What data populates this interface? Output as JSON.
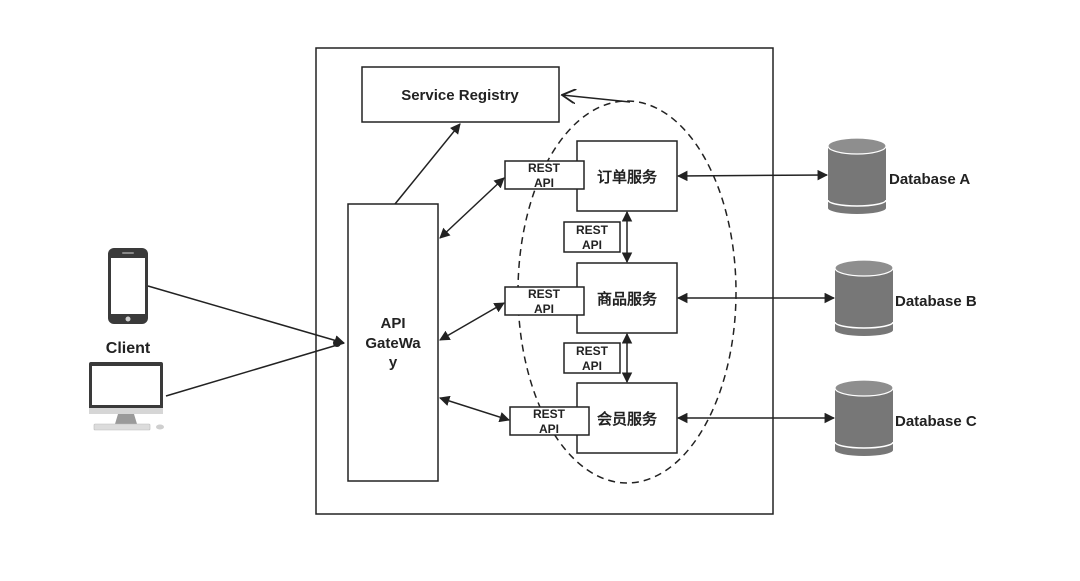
{
  "diagram": {
    "service_registry": "Service Registry",
    "api_gateway": [
      "API",
      "GateWa",
      "y"
    ],
    "client": "Client",
    "services": [
      {
        "name": "订单服务",
        "rest_top": "REST",
        "rest_bottom": "API",
        "database": "Database A"
      },
      {
        "name": "商品服务",
        "rest_top": "REST",
        "rest_bottom": "API",
        "database": "Database B"
      },
      {
        "name": "会员服务",
        "rest_top": "REST",
        "rest_bottom": "API",
        "database": "Database C"
      }
    ],
    "inter_service_rest": [
      {
        "top": "REST",
        "bottom": "API"
      },
      {
        "top": "REST",
        "bottom": "API"
      }
    ],
    "colors": {
      "stroke": "#222222",
      "database_fill": "#7a7a7a",
      "database_top": "#8e8e8e",
      "device_fill": "#3a3a3a"
    }
  }
}
